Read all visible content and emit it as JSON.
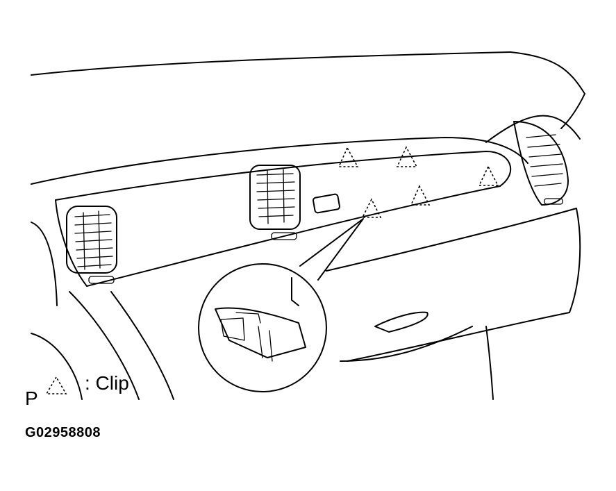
{
  "legend": {
    "prefix": "P",
    "symbol": "dashed-triangle-icon",
    "text": ": Clip"
  },
  "figure_code": "G02958808",
  "colors": {
    "line": "#000000",
    "background": "#ffffff"
  }
}
